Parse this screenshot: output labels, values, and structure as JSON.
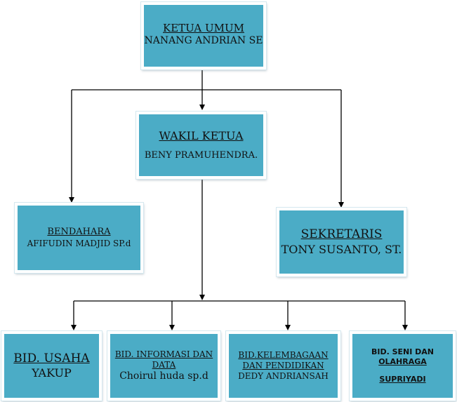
{
  "org_chart": {
    "ketua": {
      "title": "KETUA UMUM",
      "name": "NANANG ANDRIAN SE"
    },
    "wakil": {
      "title": "WAKIL KETUA",
      "name": "BENY PRAMUHENDRA."
    },
    "bendahara": {
      "title": "BENDAHARA",
      "name": "AFIFUDIN MADJID SP.d"
    },
    "sekretaris": {
      "title": "SEKRETARIS",
      "name": "TONY SUSANTO, ST."
    },
    "bid_usaha": {
      "title": "BID. USAHA",
      "name": "YAKUP"
    },
    "bid_informasi": {
      "title_line1": "BID. INFORMASI DAN",
      "title_line2": "DATA",
      "name": "Choirul huda sp.d"
    },
    "bid_kelembagaan": {
      "title_line1": "BID.KELEMBAGAAN",
      "title_line2": "DAN PENDIDIKAN",
      "name": "DEDY ANDRIANSAH"
    },
    "bid_seni": {
      "title_line1": "BID. SENI DAN",
      "title_line2": "OLAHRAGA",
      "name": "SUPRIYADI"
    }
  },
  "colors": {
    "box_fill": "#4bacc6",
    "box_border": "#ffffff",
    "connector": "#000000",
    "text": "#111111"
  }
}
